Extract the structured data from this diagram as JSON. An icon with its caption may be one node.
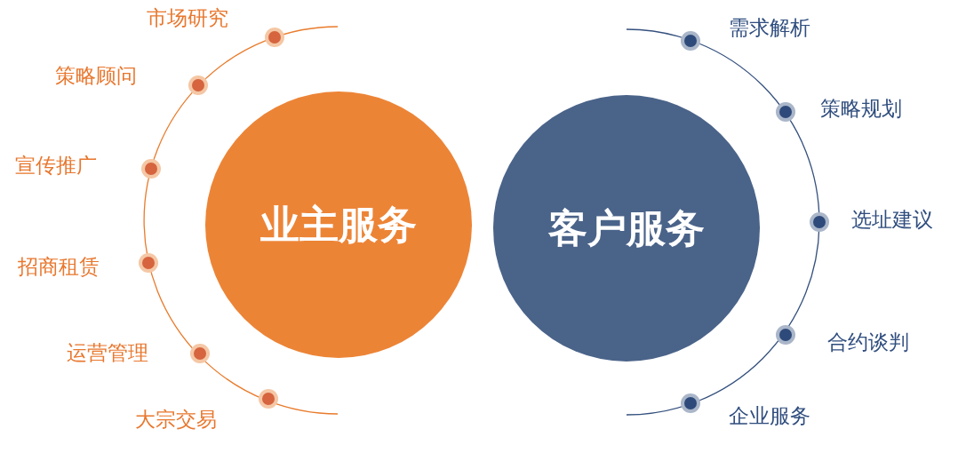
{
  "diagram": {
    "nodes": [
      {
        "text": [
          "业主服务"
        ]
      },
      {
        "text": [
          "客户服务"
        ]
      }
    ],
    "labels": [
      "市场研究",
      "策略顾问",
      "宣传推广",
      "招商租赁",
      "运营管理",
      "大宗交易",
      "需求解析",
      "策略规划",
      "选址建议",
      "合约谈判",
      "企业服务"
    ]
  }
}
